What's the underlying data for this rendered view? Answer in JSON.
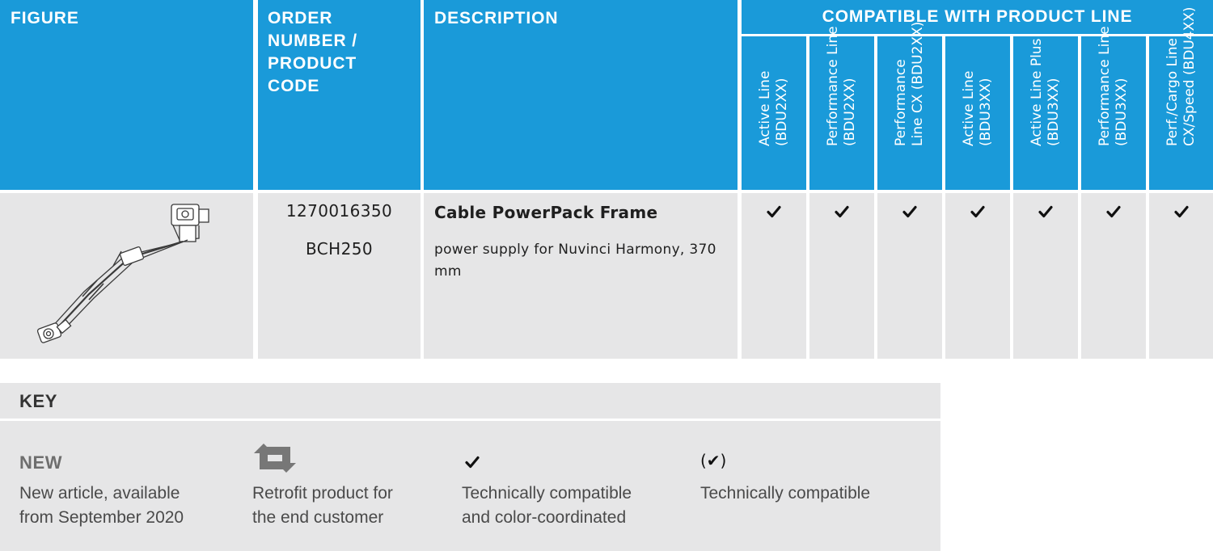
{
  "header": {
    "figure": "FIGURE",
    "order": "ORDER\nNUMBER /\nPRODUCT\nCODE",
    "description": "DESCRIPTION",
    "compat": "COMPATIBLE WITH PRODUCT LINE",
    "lines": [
      "Active Line\n(BDU2XX)",
      "Performance Line\n(BDU2XX)",
      "Performance\nLine CX (BDU2XX)",
      "Active Line\n(BDU3XX)",
      "Active Line Plus\n(BDU3XX)",
      "Performance Line\n(BDU3XX)",
      "Perf./Cargo Line\nCX/Speed (BDU4XX)"
    ]
  },
  "product": {
    "order_number": "1270016350",
    "product_code": "BCH250",
    "title": "Cable PowerPack Frame",
    "description": "power supply for Nuvinci Harmony, 370 mm",
    "compatibility": [
      true,
      true,
      true,
      true,
      true,
      true,
      true
    ]
  },
  "key": {
    "title": "KEY",
    "new_label": "NEW",
    "new_desc": "New article, available\nfrom September 2020",
    "retrofit_desc": "Retrofit product for\nthe end customer",
    "check_desc": "Technically compatible\nand color-coordinated",
    "paren_check_label": "(✔)",
    "paren_check_desc": "Technically compatible"
  },
  "colors": {
    "header_blue": "#1a9ad9",
    "cell_gray": "#e6e6e7"
  },
  "icons": [
    "cable-figure-icon",
    "check-icon",
    "retrofit-arrows-icon"
  ]
}
